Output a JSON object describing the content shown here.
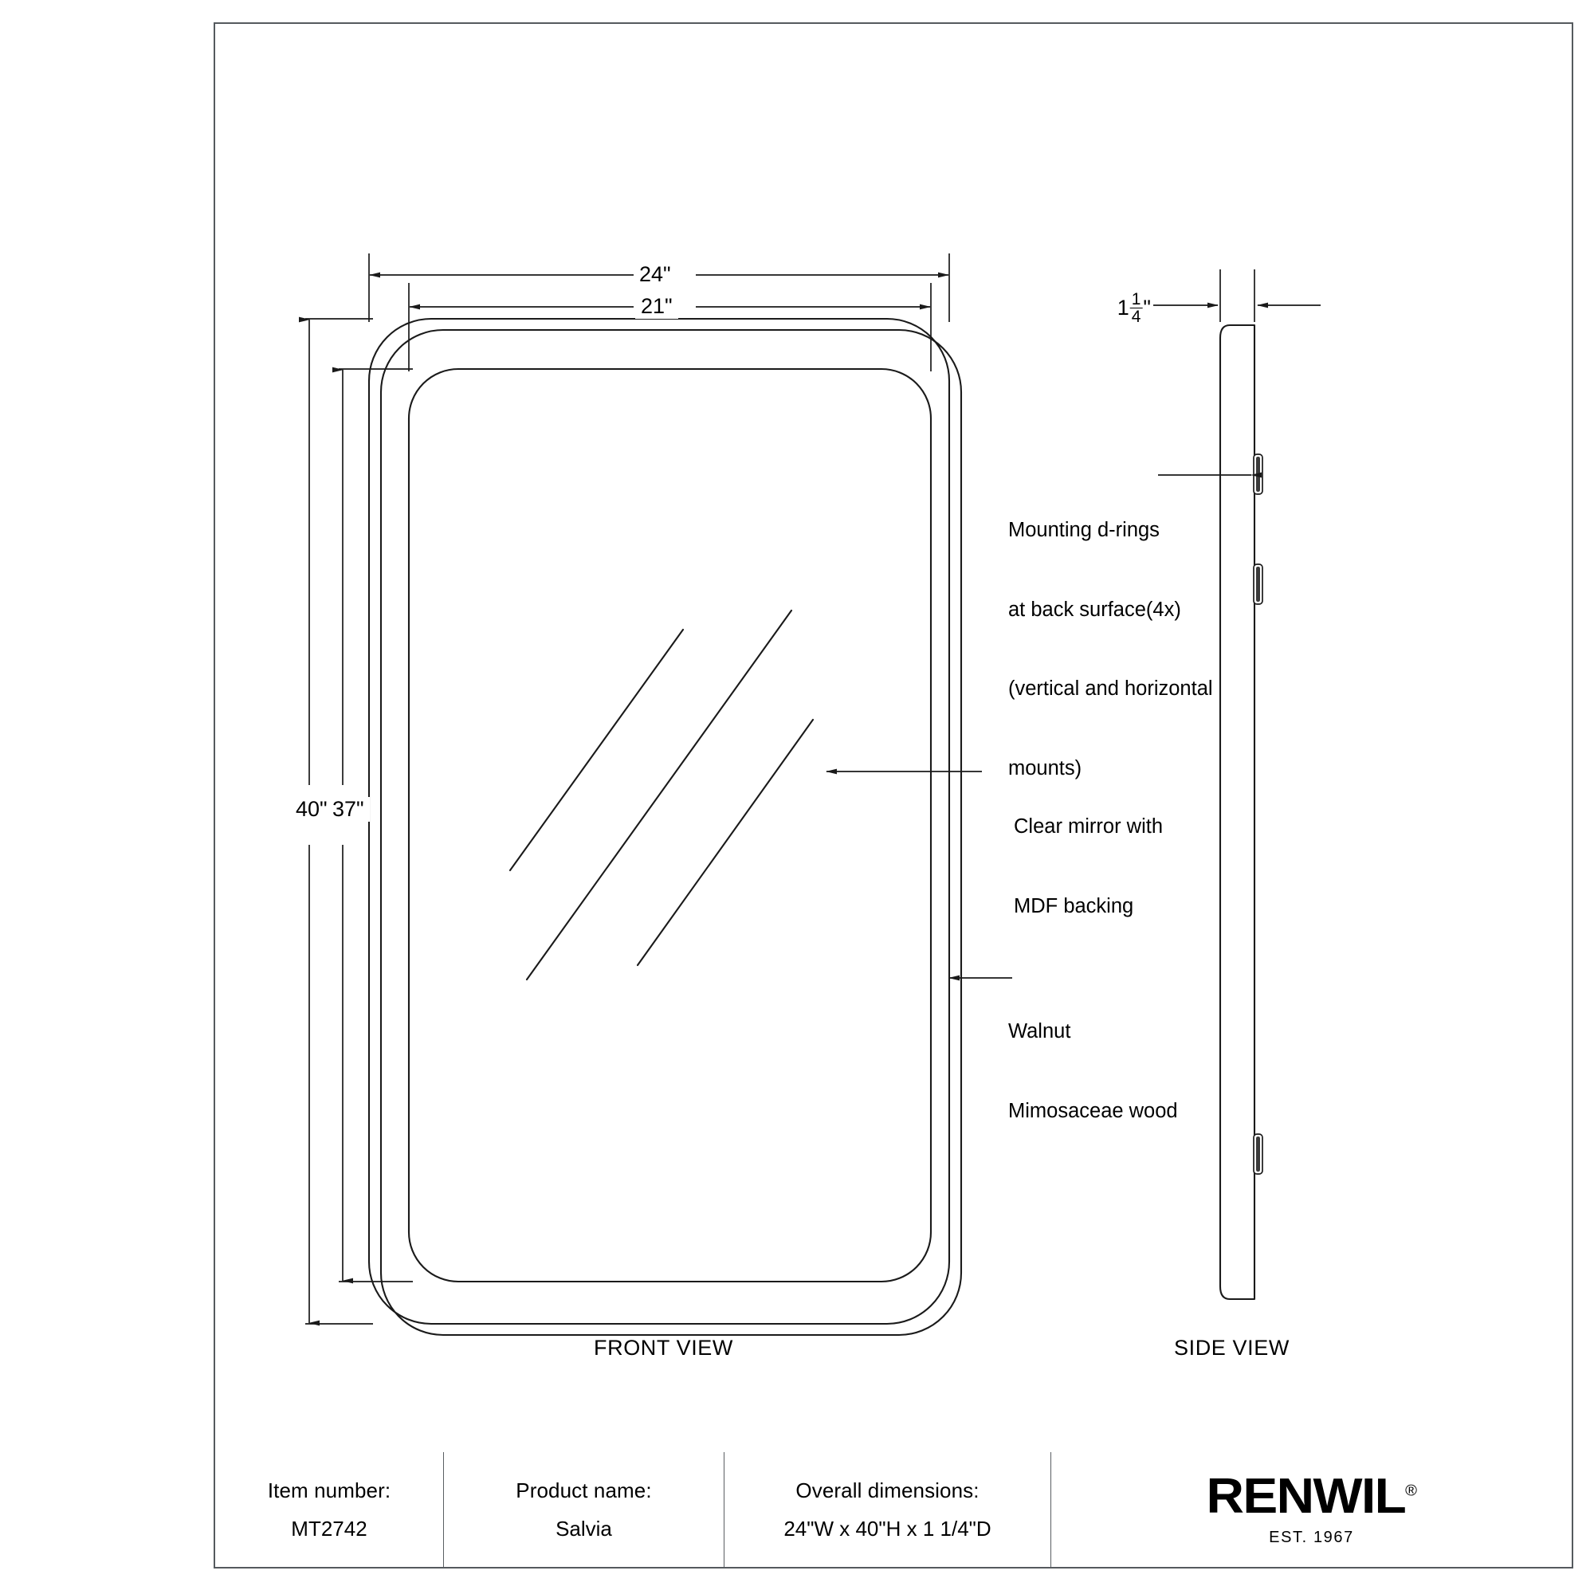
{
  "sheet": {
    "front_view_label": "FRONT VIEW",
    "side_view_label": "SIDE VIEW"
  },
  "dimensions": {
    "width_outer": "24\"",
    "width_inner": "21\"",
    "height_outer": "40\"",
    "height_inner": "37\"",
    "depth_whole": "1",
    "depth_num": "1",
    "depth_den": "4",
    "depth_unit": "\"",
    "depth_full": "1 1/4\""
  },
  "annotations": {
    "mounting": "Mounting d-rings\nat back surface(4x)\n(vertical and horizontal\nmounts)",
    "mounting_line1": "Mounting d-rings",
    "mounting_line2": "at back surface(4x)",
    "mounting_line3": "(vertical and horizontal",
    "mounting_line4": "mounts)",
    "mirror": "Clear mirror with\nMDF backing",
    "mirror_line1": "Clear mirror with",
    "mirror_line2": "MDF backing",
    "material": "Walnut\nMimosaceae wood",
    "material_line1": "Walnut",
    "material_line2": "Mimosaceae wood"
  },
  "title_block": {
    "item_label": "Item number:",
    "item_value": "MT2742",
    "product_label": "Product name:",
    "product_value": "Salvia",
    "dimensions_label": "Overall dimensions:",
    "dimensions_value": "24\"W x 40\"H x 1 1/4\"D",
    "brand": "RENWIL",
    "brand_reg": "®",
    "brand_tagline": "EST. 1967"
  },
  "colors": {
    "line": "#1a1a1a",
    "border": "#555a5e",
    "background": "#ffffff"
  }
}
